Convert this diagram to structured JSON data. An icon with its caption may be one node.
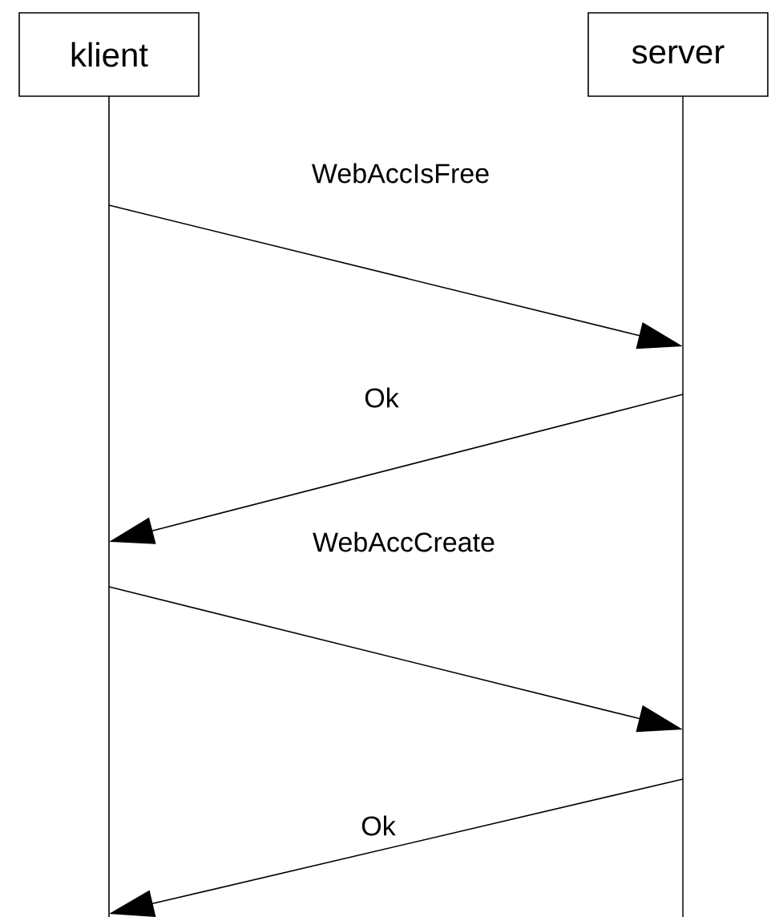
{
  "diagram": {
    "nodes": [
      {
        "text": [
          "klient"
        ]
      },
      {
        "text": [
          "server"
        ]
      }
    ],
    "edges": [
      {
        "from": 0,
        "to": 1,
        "arrow": "to",
        "label": "WebAccIsFree"
      },
      {
        "from": 1,
        "to": 0,
        "arrow": "to",
        "label": "Ok"
      },
      {
        "from": 0,
        "to": 1,
        "arrow": "to",
        "label": "WebAccCreate"
      },
      {
        "from": 1,
        "to": 0,
        "arrow": "to",
        "label": "Ok"
      }
    ]
  }
}
